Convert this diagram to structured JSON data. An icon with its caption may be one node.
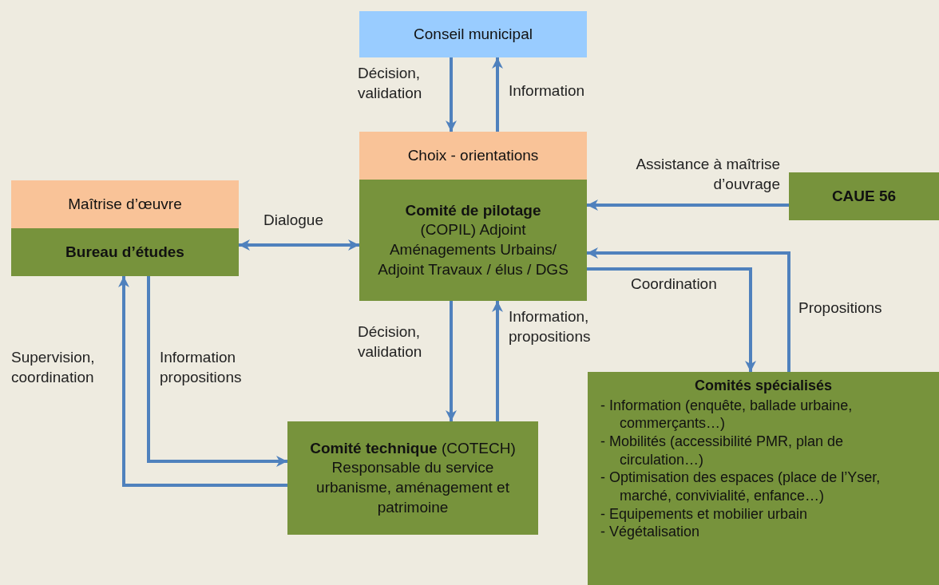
{
  "diagram": {
    "nodes": [
      {
        "text": [
          "Conseil municipal"
        ]
      },
      {
        "text": [
          "Choix - orientations"
        ]
      },
      {
        "text": [
          "Comité de pilotage",
          "(COPIL) Adjoint Aménagements Urbains/ Adjoint Travaux / élus / DGS"
        ]
      },
      {
        "text": [
          "Maîtrise d’œuvre"
        ]
      },
      {
        "text": [
          "Bureau d’études"
        ]
      },
      {
        "text": [
          "CAUE 56"
        ]
      },
      {
        "text": [
          "**Comité technique** (COTECH)",
          "Responsable du service urbanisme, aménagement et patrimoine"
        ]
      },
      {
        "text": [
          "Comités spécialisés",
          "- Information (enquête, ballade urbaine, commerçants…)",
          "- Mobilités (accessibilité PMR, plan de circulation…)",
          "- Optimisation des espaces (place de l’Yser, marché, convivialité, enfance…)",
          "- Equipements et mobilier urbain",
          "- Végétalisation"
        ]
      }
    ],
    "edges": [
      {
        "from": 0,
        "to": 1,
        "arrow": "to",
        "label": "Décision, validation"
      },
      {
        "from": 1,
        "to": 0,
        "arrow": "to",
        "label": "Information"
      },
      {
        "from": 5,
        "to": 2,
        "arrow": "to",
        "label": "Assistance à maîtrise d’ouvrage"
      },
      {
        "from": 4,
        "to": 2,
        "arrow": "both",
        "label": "Dialogue"
      },
      {
        "from": 2,
        "to": 7,
        "arrow": "to",
        "label": "Coordination"
      },
      {
        "from": 7,
        "to": 2,
        "arrow": "to",
        "label": "Propositions"
      },
      {
        "from": 2,
        "to": 6,
        "arrow": "to",
        "label": "Décision, validation"
      },
      {
        "from": 6,
        "to": 2,
        "arrow": "to",
        "label": "Information, propositions"
      },
      {
        "from": 6,
        "to": 4,
        "arrow": "to",
        "label": "Supervision, coordination"
      },
      {
        "from": 4,
        "to": 6,
        "arrow": "to",
        "label": "Information propositions"
      }
    ]
  }
}
